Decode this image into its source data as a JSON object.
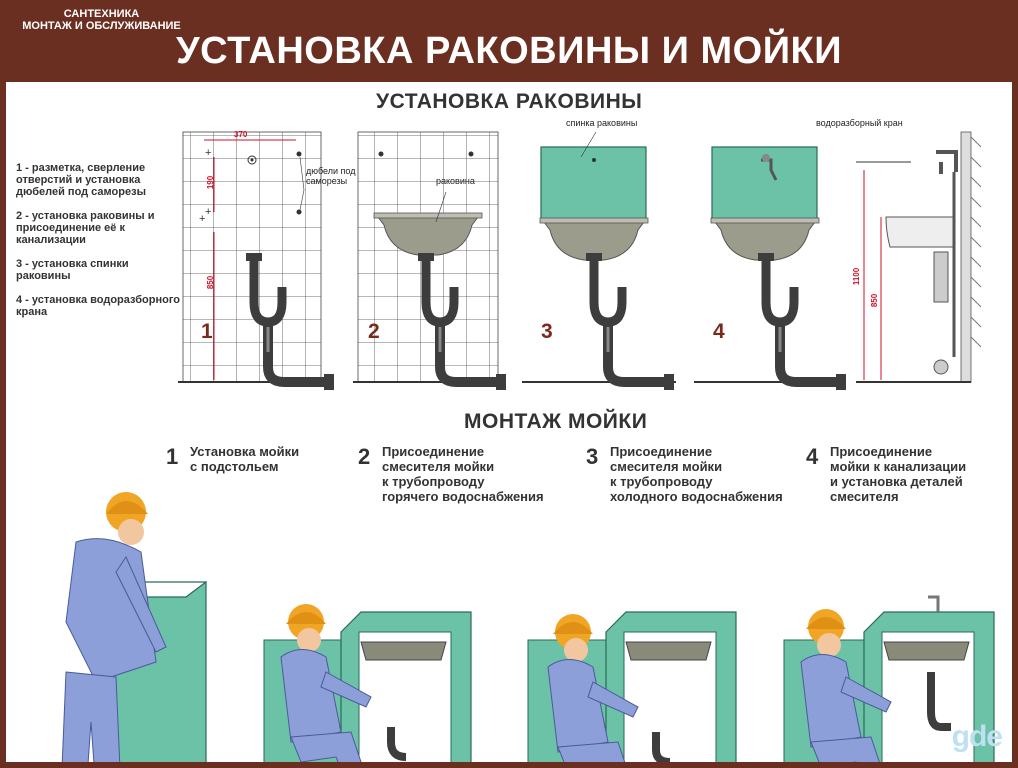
{
  "header": {
    "series_line1": "САНТЕХНИКА",
    "series_line2": "МОНТАЖ И ОБСЛУЖИВАНИЕ",
    "title": "УСТАНОВКА РАКОВИНЫ И МОЙКИ"
  },
  "sink_section": {
    "title": "УСТАНОВКА РАКОВИНЫ",
    "legend": [
      "1 - разметка, сверление отверстий и установка дюбелей под саморезы",
      "2 - установка раковины и присоединение её к канализации",
      "3 - установка спинки раковины",
      "4 - установка водоразборного крана"
    ],
    "callouts": {
      "dowels": "дюбели под саморезы",
      "basin": "раковина",
      "backsplash": "спинка раковины",
      "faucet": "водоразборный кран"
    },
    "dimensions": {
      "width": "370",
      "h190": "190",
      "h850": "850",
      "h1100": "1100",
      "h850b": "850"
    },
    "steps": [
      "1",
      "2",
      "3",
      "4"
    ]
  },
  "kitchen_section": {
    "title": "МОНТАЖ МОЙКИ",
    "steps": [
      {
        "num": "1",
        "text": "Установка мойки\nс подстольем"
      },
      {
        "num": "2",
        "text": "Присоединение\nсмесителя мойки\nк трубопроводу\nгорячего водоснабжения"
      },
      {
        "num": "3",
        "text": "Присоединение\nсмесителя мойки\nк трубопроводу\nхолодного водоснабжения"
      },
      {
        "num": "4",
        "text": "Присоединение\nмойки к канализации\nи установка деталей\nсмесителя"
      }
    ]
  },
  "watermark": "gde",
  "colors": {
    "frame": "#6b2f22",
    "cabinet": "#6cc2a6",
    "worker": "#8d9fd8",
    "helmet": "#f0a524",
    "pipe": "#4a4a4a",
    "dimension": "#d0102a"
  }
}
